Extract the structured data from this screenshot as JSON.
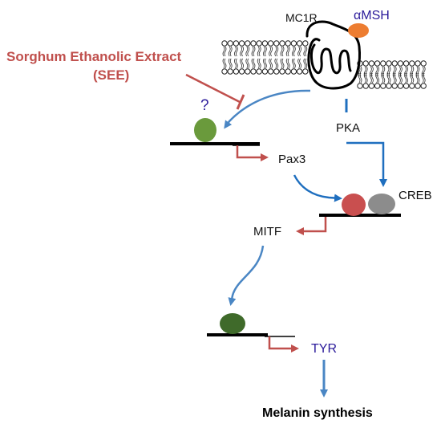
{
  "labels": {
    "receptor": "MC1R",
    "ligand": "αMSH",
    "inhibitor_line1": "Sorghum Ethanolic Extract",
    "inhibitor_line2": "(SEE)",
    "unknown_factor": "?",
    "kinase": "PKA",
    "gene_pax3": "Pax3",
    "factor_creb": "CREB",
    "gene_mitf": "MITF",
    "gene_tyr": "TYR",
    "outcome": "Melanin synthesis"
  },
  "colors": {
    "inhibitor_text": "#c0504d",
    "ligand": "#ed7d31",
    "blue_arrow": "#4a86c4",
    "pathway_arrow": "#1f6fbf",
    "transcription_arrow": "#c0504d",
    "unknown_factor": "#6a9a3c",
    "pax3_protein": "#c94f4f",
    "creb_protein": "#8c8c8c",
    "mitf_protein": "#3f6a2a",
    "highlight_text": "#2a1a9a"
  }
}
